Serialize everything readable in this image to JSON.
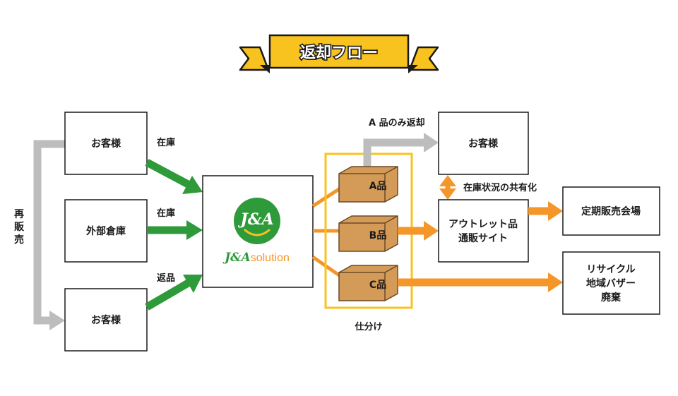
{
  "title": "返却フロー",
  "left_label": "再販売",
  "customer_top": "お客様",
  "external_warehouse": "外部倉庫",
  "customer_bottom": "お客様",
  "label_stock_1": "在庫",
  "label_stock_2": "在庫",
  "label_return": "返品",
  "logo": {
    "mark": "J&A",
    "name_main": "J&A",
    "name_sub": "solution"
  },
  "box_a": "A品",
  "box_b": "B品",
  "box_c": "C品",
  "sorting_label": "仕分け",
  "a_only_return": "A 品のみ返却",
  "customer_right": "お客様",
  "inventory_share": "在庫状況の共有化",
  "outlet_line1": "アウトレット品",
  "outlet_line2": "通販サイト",
  "regular_sale": "定期販売会場",
  "recycle_line1": "リサイクル",
  "recycle_line2": "地域バザー",
  "recycle_line3": "廃棄",
  "colors": {
    "green": "#2f9a3a",
    "orange": "#f5962a",
    "gray": "#bdbdbd",
    "yellow": "#f9c31f",
    "box_fill": "#d49a57",
    "box_stroke": "#6b4a26"
  }
}
